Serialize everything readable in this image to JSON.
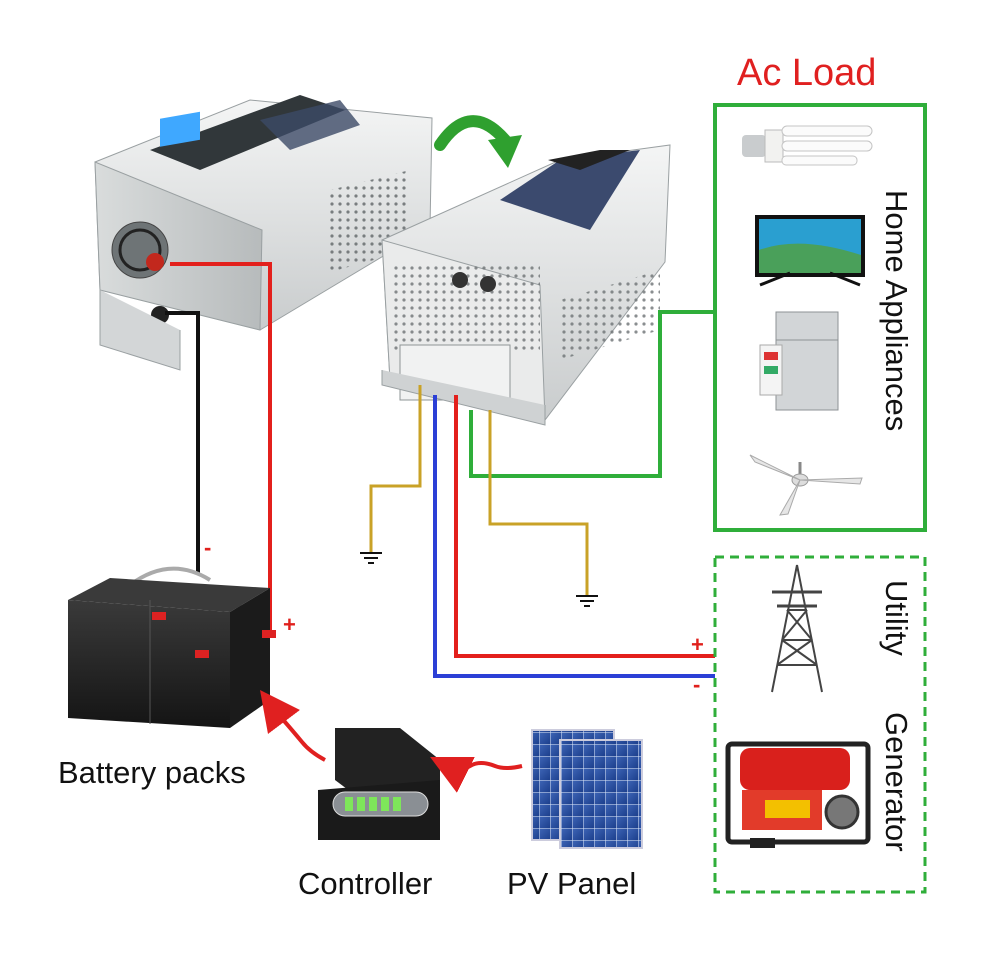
{
  "title": "Ac Load",
  "load_group_label": "Home Appliances",
  "source_labels": {
    "utility": "Utility",
    "generator": "Generator"
  },
  "component_labels": {
    "battery": "Battery packs",
    "controller": "Controller",
    "pv_panel": "PV Panel"
  },
  "polarity": {
    "plus": "+",
    "minus": "-"
  },
  "wire_colors": {
    "positive": "#e3201c",
    "negative": "#111111",
    "ac_line": "#2b3fd6",
    "ground": "#c9a227",
    "load": "#2fae3a"
  },
  "accent_colors": {
    "title": "#e02020",
    "load_box": "#2fae3a",
    "arrow": "#2fa02f",
    "flow_arrow": "#e02020"
  }
}
